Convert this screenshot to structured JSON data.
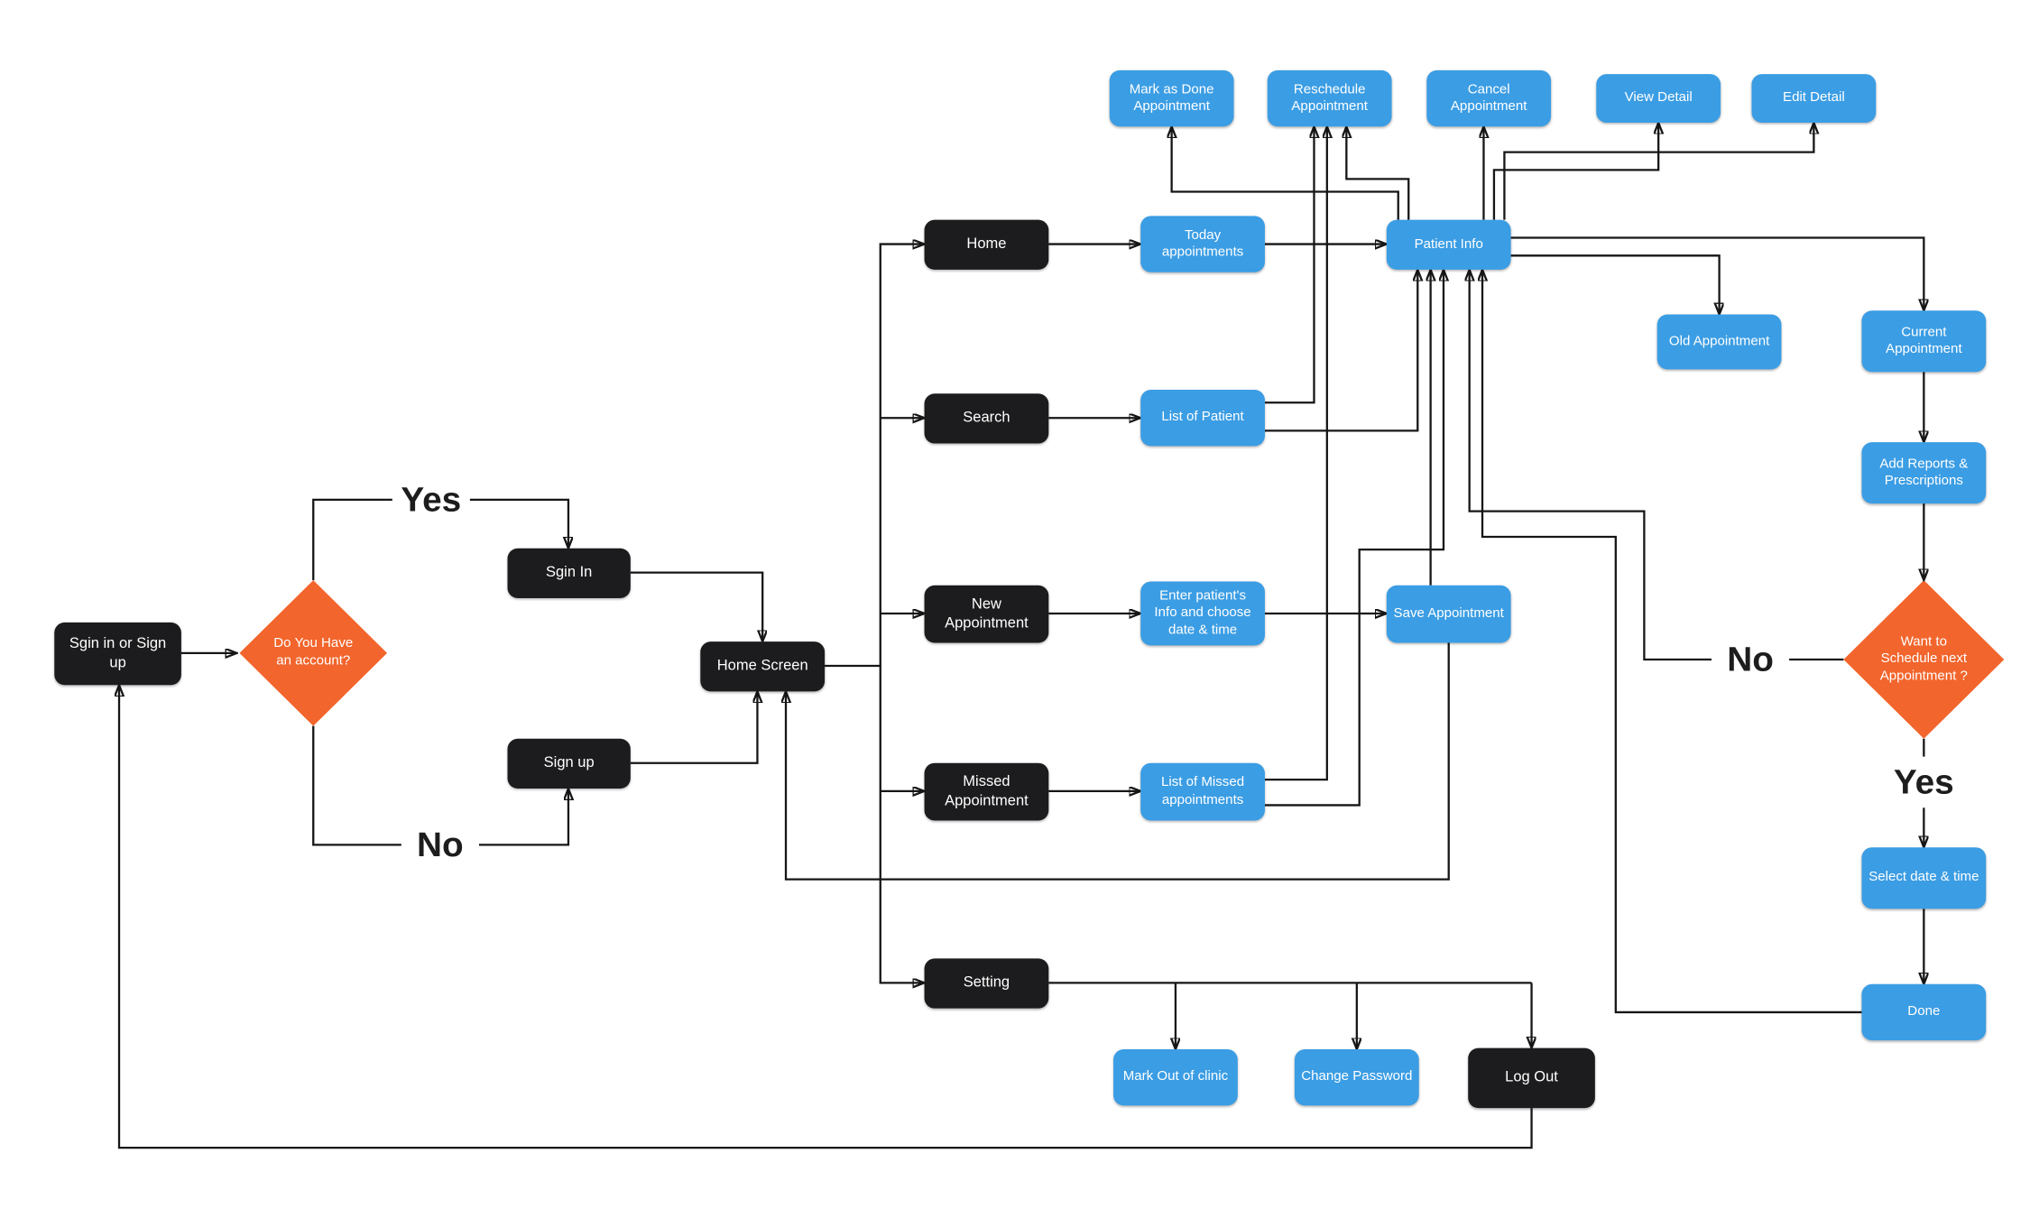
{
  "diagram": {
    "colors": {
      "node_dark": "#1c1c1e",
      "node_blue": "#3b9de4",
      "decision_orange": "#f2652c",
      "edge": "#161616",
      "background": "#ffffff"
    },
    "nodes": {
      "start": {
        "label": "Sgin in or Sign up"
      },
      "have_account": {
        "label": "Do You Have an account?"
      },
      "sign_in": {
        "label": "Sgin In"
      },
      "sign_up": {
        "label": "Sign up"
      },
      "home_screen": {
        "label": "Home Screen"
      },
      "home": {
        "label": "Home"
      },
      "search": {
        "label": "Search"
      },
      "new_appointment": {
        "label": "New Appointment"
      },
      "missed_appointment": {
        "label": "Missed Appointment"
      },
      "setting": {
        "label": "Setting"
      },
      "today_appointments": {
        "label": "Today appointments"
      },
      "list_of_patient": {
        "label": "List of Patient"
      },
      "enter_patient_info": {
        "label": "Enter patient's Info and choose date & time"
      },
      "save_appointment": {
        "label": "Save Appointment"
      },
      "list_of_missed": {
        "label": "List of Missed appointments"
      },
      "patient_info": {
        "label": "Patient Info"
      },
      "mark_as_done": {
        "label": "Mark as Done Appointment"
      },
      "reschedule": {
        "label": "Reschedule Appointment"
      },
      "cancel_appointment": {
        "label": "Cancel Appointment"
      },
      "view_detail": {
        "label": "View Detail"
      },
      "edit_detail": {
        "label": "Edit Detail"
      },
      "old_appointment": {
        "label": "Old Appointment"
      },
      "current_appointment": {
        "label": "Current Appointment"
      },
      "add_reports": {
        "label": "Add Reports & Prescriptions"
      },
      "want_schedule_next": {
        "label": "Want to Schedule next Appointment ?"
      },
      "select_date_time": {
        "label": "Select date & time"
      },
      "done": {
        "label": "Done"
      },
      "mark_out_clinic": {
        "label": "Mark Out of clinic"
      },
      "change_password": {
        "label": "Change Password"
      },
      "log_out": {
        "label": "Log Out"
      }
    },
    "edge_labels": {
      "yes_account": "Yes",
      "no_account": "No",
      "no_schedule": "No",
      "yes_schedule": "Yes"
    },
    "edges": [
      {
        "from": "start",
        "to": "have_account"
      },
      {
        "from": "have_account",
        "to": "sign_in",
        "label": "Yes"
      },
      {
        "from": "have_account",
        "to": "sign_up",
        "label": "No"
      },
      {
        "from": "sign_in",
        "to": "home_screen"
      },
      {
        "from": "sign_up",
        "to": "home_screen"
      },
      {
        "from": "home_screen",
        "to": "home"
      },
      {
        "from": "home_screen",
        "to": "search"
      },
      {
        "from": "home_screen",
        "to": "new_appointment"
      },
      {
        "from": "home_screen",
        "to": "missed_appointment"
      },
      {
        "from": "home_screen",
        "to": "setting"
      },
      {
        "from": "home",
        "to": "today_appointments"
      },
      {
        "from": "today_appointments",
        "to": "patient_info"
      },
      {
        "from": "search",
        "to": "list_of_patient"
      },
      {
        "from": "list_of_patient",
        "to": "patient_info"
      },
      {
        "from": "list_of_patient",
        "to": "reschedule"
      },
      {
        "from": "new_appointment",
        "to": "enter_patient_info"
      },
      {
        "from": "enter_patient_info",
        "to": "save_appointment"
      },
      {
        "from": "save_appointment",
        "to": "patient_info"
      },
      {
        "from": "save_appointment",
        "to": "home_screen"
      },
      {
        "from": "missed_appointment",
        "to": "list_of_missed"
      },
      {
        "from": "list_of_missed",
        "to": "patient_info"
      },
      {
        "from": "list_of_missed",
        "to": "reschedule"
      },
      {
        "from": "patient_info",
        "to": "mark_as_done"
      },
      {
        "from": "patient_info",
        "to": "reschedule"
      },
      {
        "from": "patient_info",
        "to": "cancel_appointment"
      },
      {
        "from": "patient_info",
        "to": "view_detail"
      },
      {
        "from": "patient_info",
        "to": "edit_detail"
      },
      {
        "from": "patient_info",
        "to": "old_appointment"
      },
      {
        "from": "patient_info",
        "to": "current_appointment"
      },
      {
        "from": "current_appointment",
        "to": "add_reports"
      },
      {
        "from": "add_reports",
        "to": "want_schedule_next"
      },
      {
        "from": "want_schedule_next",
        "to": "patient_info",
        "label": "No"
      },
      {
        "from": "want_schedule_next",
        "to": "select_date_time",
        "label": "Yes"
      },
      {
        "from": "select_date_time",
        "to": "done"
      },
      {
        "from": "done",
        "to": "patient_info"
      },
      {
        "from": "setting",
        "to": "mark_out_clinic"
      },
      {
        "from": "setting",
        "to": "change_password"
      },
      {
        "from": "setting",
        "to": "log_out"
      },
      {
        "from": "log_out",
        "to": "start"
      }
    ]
  }
}
